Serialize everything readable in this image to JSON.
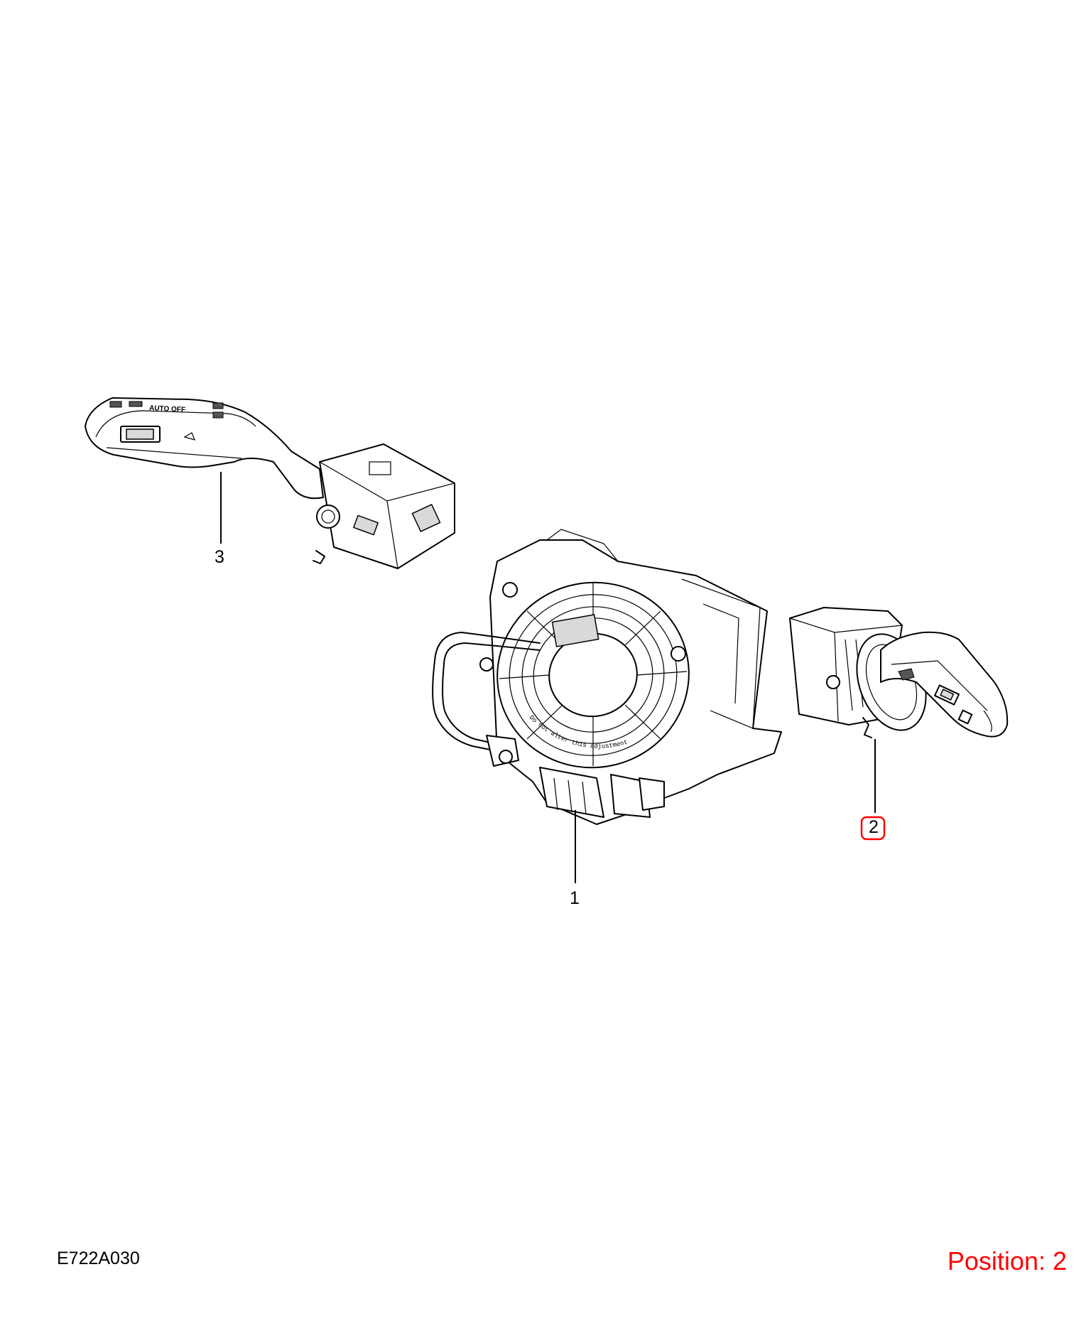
{
  "diagram": {
    "callouts": {
      "part_1": "1",
      "part_2": "2",
      "part_3": "3"
    },
    "lever_3_markings": {
      "auto_off": "AUTO OFF"
    },
    "clockspring_text": "Do not alter this adjustment",
    "highlight_color": "#ff0000"
  },
  "footer": {
    "drawing_code": "E722A030",
    "position": "Position: 2"
  }
}
